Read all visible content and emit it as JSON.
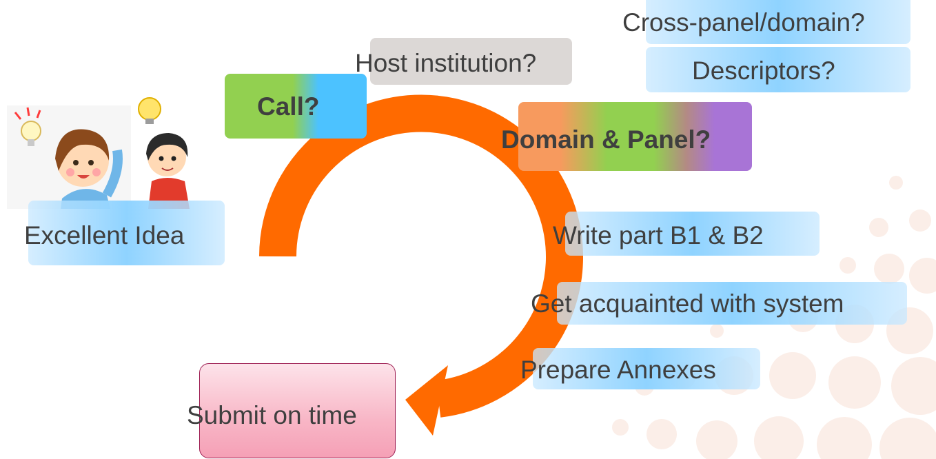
{
  "steps": {
    "excellent_idea": "Excellent Idea",
    "call": "Call?",
    "host": "Host institution?",
    "domain_panel": "Domain & Panel?",
    "cross_panel": "Cross-panel/domain?",
    "descriptors": "Descriptors?",
    "write_part": "Write part B1 &  B2",
    "acquainted": "Get acquainted with system",
    "annexes": "Prepare Annexes",
    "submit": "Submit on time"
  },
  "colors": {
    "arrow": "#ff6a00",
    "label_text": "#3f3f3f",
    "submit_border": "#9e2054"
  },
  "icons": [
    "lightbulb-icon",
    "lightbulb-icon"
  ]
}
